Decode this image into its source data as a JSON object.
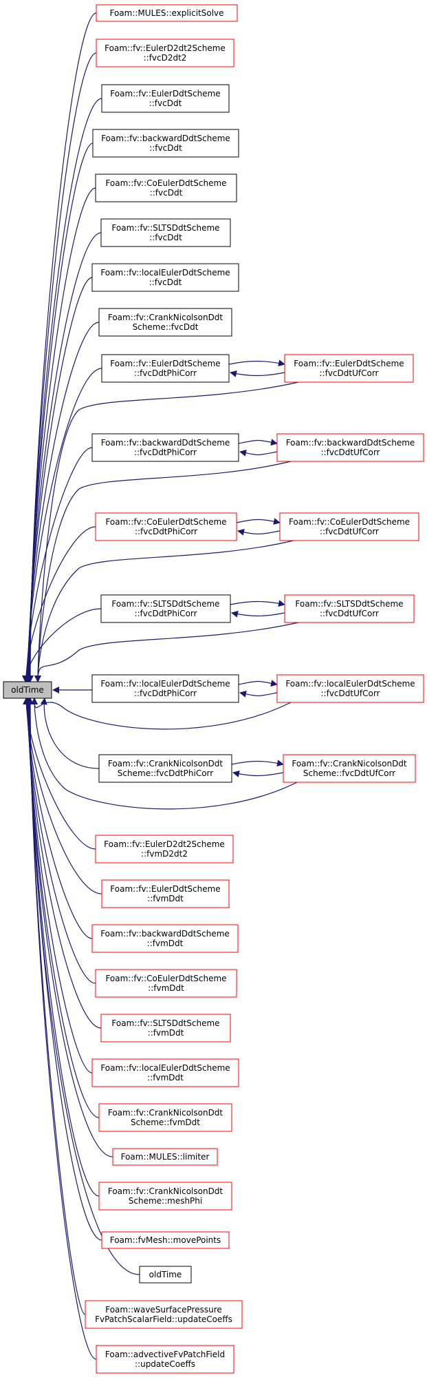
{
  "root": {
    "label": "oldTime"
  },
  "colors": {
    "edge": "#191970",
    "link_border": "#ff0000",
    "plain_border": "#000000",
    "root_fill": "#bfbfbf"
  },
  "nodes": [
    {
      "id": "n1",
      "lines": [
        "Foam::MULES::explicitSolve"
      ],
      "border": "red"
    },
    {
      "id": "n2",
      "lines": [
        "Foam::fv::EulerD2dt2Scheme",
        "::fvcD2dt2"
      ],
      "border": "red"
    },
    {
      "id": "n3",
      "lines": [
        "Foam::fv::EulerDdtScheme",
        "::fvcDdt"
      ],
      "border": "black"
    },
    {
      "id": "n4",
      "lines": [
        "Foam::fv::backwardDdtScheme",
        "::fvcDdt"
      ],
      "border": "black"
    },
    {
      "id": "n5",
      "lines": [
        "Foam::fv::CoEulerDdtScheme",
        "::fvcDdt"
      ],
      "border": "black"
    },
    {
      "id": "n6",
      "lines": [
        "Foam::fv::SLTSDdtScheme",
        "::fvcDdt"
      ],
      "border": "black"
    },
    {
      "id": "n7",
      "lines": [
        "Foam::fv::localEulerDdtScheme",
        "::fvcDdt"
      ],
      "border": "black"
    },
    {
      "id": "n8",
      "lines": [
        "Foam::fv::CrankNicolsonDdt",
        "Scheme::fvcDdt"
      ],
      "border": "black"
    },
    {
      "id": "n9",
      "lines": [
        "Foam::fv::EulerDdtScheme",
        "::fvcDdtPhiCorr"
      ],
      "border": "black"
    },
    {
      "id": "n9b",
      "lines": [
        "Foam::fv::EulerDdtScheme",
        "::fvcDdtUfCorr"
      ],
      "border": "red"
    },
    {
      "id": "n10",
      "lines": [
        "Foam::fv::backwardDdtScheme",
        "::fvcDdtPhiCorr"
      ],
      "border": "black"
    },
    {
      "id": "n10b",
      "lines": [
        "Foam::fv::backwardDdtScheme",
        "::fvcDdtUfCorr"
      ],
      "border": "red"
    },
    {
      "id": "n11",
      "lines": [
        "Foam::fv::CoEulerDdtScheme",
        "::fvcDdtPhiCorr"
      ],
      "border": "red"
    },
    {
      "id": "n11b",
      "lines": [
        "Foam::fv::CoEulerDdtScheme",
        "::fvcDdtUfCorr"
      ],
      "border": "red"
    },
    {
      "id": "n12",
      "lines": [
        "Foam::fv::SLTSDdtScheme",
        "::fvcDdtPhiCorr"
      ],
      "border": "black"
    },
    {
      "id": "n12b",
      "lines": [
        "Foam::fv::SLTSDdtScheme",
        "::fvcDdtUfCorr"
      ],
      "border": "red"
    },
    {
      "id": "n13",
      "lines": [
        "Foam::fv::localEulerDdtScheme",
        "::fvcDdtPhiCorr"
      ],
      "border": "black"
    },
    {
      "id": "n13b",
      "lines": [
        "Foam::fv::localEulerDdtScheme",
        "::fvcDdtUfCorr"
      ],
      "border": "red"
    },
    {
      "id": "n14",
      "lines": [
        "Foam::fv::CrankNicolsonDdt",
        "Scheme::fvcDdtPhiCorr"
      ],
      "border": "black"
    },
    {
      "id": "n14b",
      "lines": [
        "Foam::fv::CrankNicolsonDdt",
        "Scheme::fvcDdtUfCorr"
      ],
      "border": "red"
    },
    {
      "id": "n15",
      "lines": [
        "Foam::fv::EulerD2dt2Scheme",
        "::fvmD2dt2"
      ],
      "border": "red"
    },
    {
      "id": "n16",
      "lines": [
        "Foam::fv::EulerDdtScheme",
        "::fvmDdt"
      ],
      "border": "red"
    },
    {
      "id": "n17",
      "lines": [
        "Foam::fv::backwardDdtScheme",
        "::fvmDdt"
      ],
      "border": "red"
    },
    {
      "id": "n18",
      "lines": [
        "Foam::fv::CoEulerDdtScheme",
        "::fvmDdt"
      ],
      "border": "red"
    },
    {
      "id": "n19",
      "lines": [
        "Foam::fv::SLTSDdtScheme",
        "::fvmDdt"
      ],
      "border": "red"
    },
    {
      "id": "n20",
      "lines": [
        "Foam::fv::localEulerDdtScheme",
        "::fvmDdt"
      ],
      "border": "red"
    },
    {
      "id": "n21",
      "lines": [
        "Foam::fv::CrankNicolsonDdt",
        "Scheme::fvmDdt"
      ],
      "border": "red"
    },
    {
      "id": "n22",
      "lines": [
        "Foam::MULES::limiter"
      ],
      "border": "red"
    },
    {
      "id": "n23",
      "lines": [
        "Foam::fv::CrankNicolsonDdt",
        "Scheme::meshPhi"
      ],
      "border": "red"
    },
    {
      "id": "n24",
      "lines": [
        "Foam::fvMesh::movePoints"
      ],
      "border": "red"
    },
    {
      "id": "n25",
      "lines": [
        "oldTime"
      ],
      "border": "black"
    },
    {
      "id": "n26",
      "lines": [
        "Foam::waveSurfacePressure",
        "FvPatchScalarField::updateCoeffs"
      ],
      "border": "red"
    },
    {
      "id": "n27",
      "lines": [
        "Foam::advectiveFvPatchField",
        "::updateCoeffs"
      ],
      "border": "red"
    }
  ]
}
